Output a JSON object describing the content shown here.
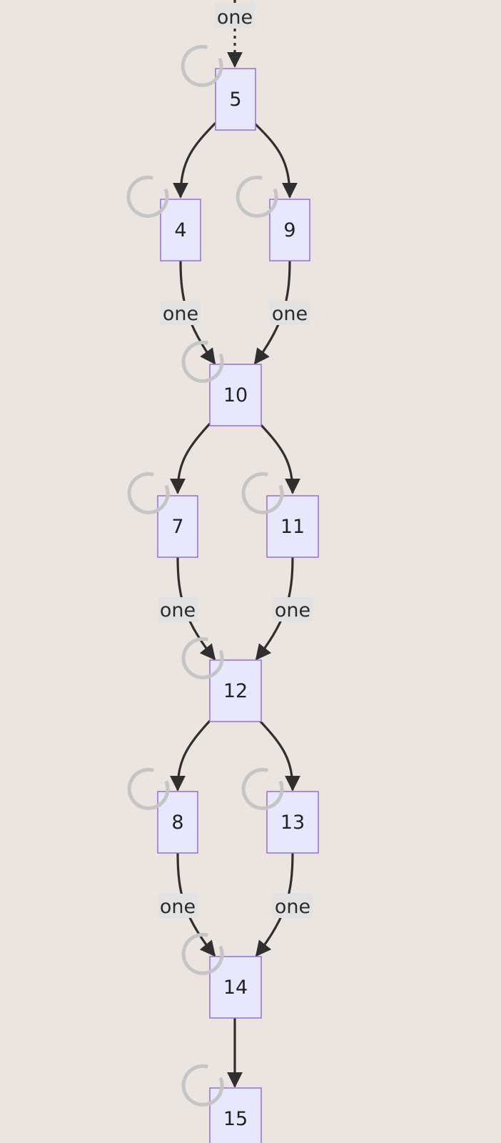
{
  "colors": {
    "background": "#ebe4df",
    "node_fill": "#e8e8fd",
    "node_stroke": "#9370db",
    "edge": "#2f2f2f",
    "edge_label_bg": "#e2e2e2",
    "spinner": "#c5c5c5"
  },
  "nodes": [
    {
      "id": "n5",
      "label": "5"
    },
    {
      "id": "n4",
      "label": "4"
    },
    {
      "id": "n9",
      "label": "9"
    },
    {
      "id": "n10",
      "label": "10"
    },
    {
      "id": "n7",
      "label": "7"
    },
    {
      "id": "n11",
      "label": "11"
    },
    {
      "id": "n12",
      "label": "12"
    },
    {
      "id": "n8",
      "label": "8"
    },
    {
      "id": "n13",
      "label": "13"
    },
    {
      "id": "n14",
      "label": "14"
    },
    {
      "id": "n15",
      "label": "15"
    }
  ],
  "edges": [
    {
      "from": "",
      "to": "5",
      "label": "one",
      "style": "dotted"
    },
    {
      "from": "5",
      "to": "4",
      "label": ""
    },
    {
      "from": "5",
      "to": "9",
      "label": ""
    },
    {
      "from": "4",
      "to": "10",
      "label": "one"
    },
    {
      "from": "9",
      "to": "10",
      "label": "one"
    },
    {
      "from": "10",
      "to": "7",
      "label": ""
    },
    {
      "from": "10",
      "to": "11",
      "label": ""
    },
    {
      "from": "7",
      "to": "12",
      "label": "one"
    },
    {
      "from": "11",
      "to": "12",
      "label": "one"
    },
    {
      "from": "12",
      "to": "8",
      "label": ""
    },
    {
      "from": "12",
      "to": "13",
      "label": ""
    },
    {
      "from": "8",
      "to": "14",
      "label": "one"
    },
    {
      "from": "13",
      "to": "14",
      "label": "one"
    },
    {
      "from": "14",
      "to": "15",
      "label": ""
    }
  ],
  "spinner_icon": "loading-spinner-icon"
}
